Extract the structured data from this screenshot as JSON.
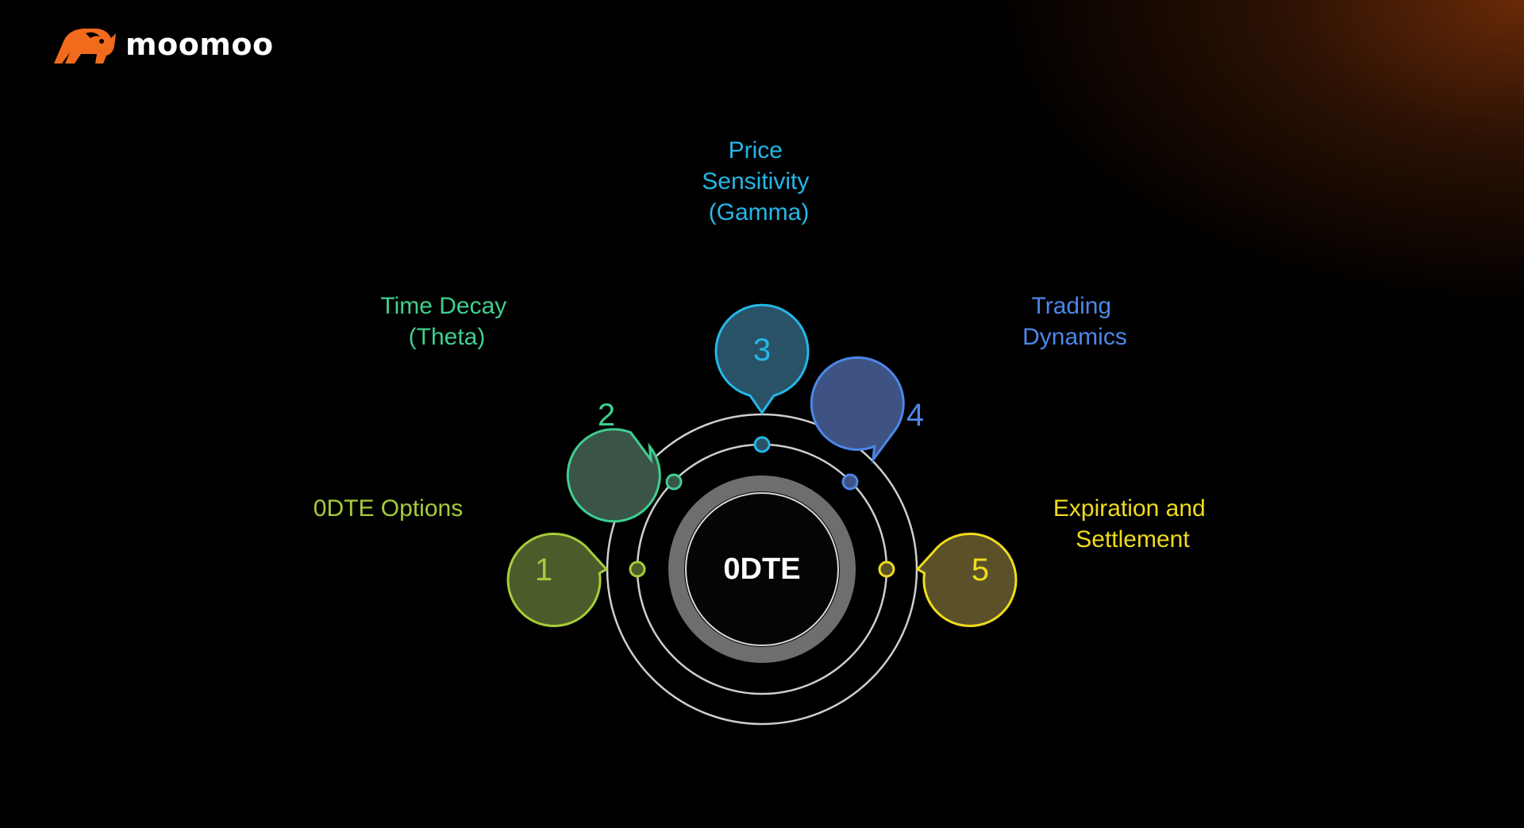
{
  "brand": {
    "name": "moomoo",
    "icon": "bull-logo-icon",
    "color": "#F26B1D"
  },
  "diagram": {
    "center_label": "0DTE",
    "items": [
      {
        "number": "1",
        "lines": [
          "0DTE Options"
        ],
        "color": "#A6CC3A",
        "fill": "#4C5B2A"
      },
      {
        "number": "2",
        "lines": [
          "Time Decay",
          "(Theta)"
        ],
        "color": "#3ECF8E",
        "fill": "#3A5448"
      },
      {
        "number": "3",
        "lines": [
          "Price",
          "Sensitivity",
          "(Gamma)"
        ],
        "color": "#25B7E8",
        "fill": "#2A5266"
      },
      {
        "number": "4",
        "lines": [
          "Trading",
          "Dynamics"
        ],
        "color": "#4C87E8",
        "fill": "#3E5384"
      },
      {
        "number": "5",
        "lines": [
          "Expiration and",
          "Settlement"
        ],
        "color": "#EFDB1E",
        "fill": "#5A5128"
      }
    ]
  }
}
